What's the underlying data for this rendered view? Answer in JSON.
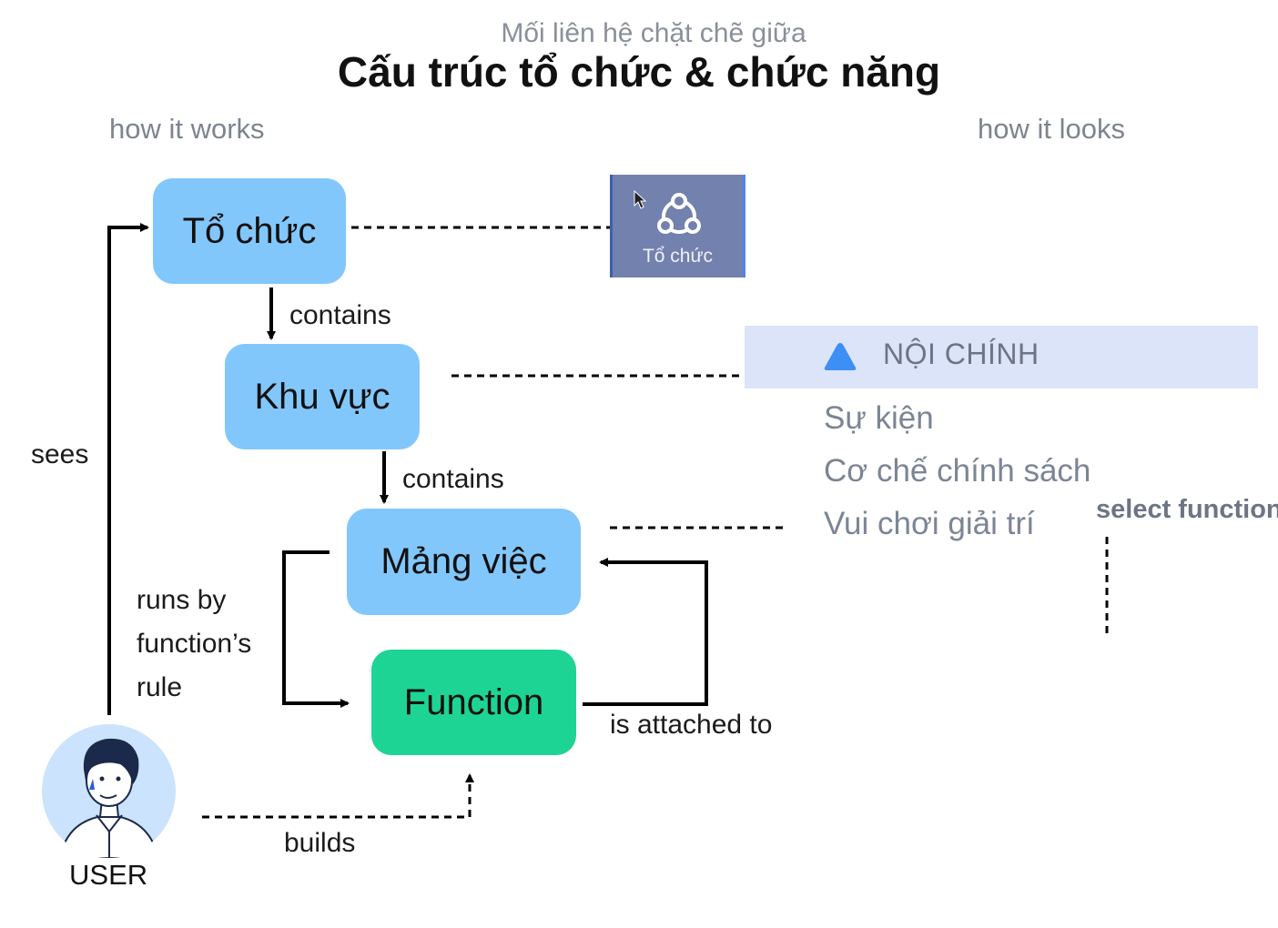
{
  "header": {
    "subtitle": "Mối liên hệ chặt chẽ giữa",
    "title": "Cấu trúc tổ chức & chức năng"
  },
  "columns": {
    "left": "how it works",
    "right": "how it looks"
  },
  "nodes": {
    "to_chuc": "Tổ chức",
    "khu_vuc": "Khu vực",
    "mang_viec": "Mảng việc",
    "function": "Function"
  },
  "relations": {
    "contains_1": "contains",
    "contains_2": "contains",
    "sees": "sees",
    "runs_by": [
      "runs by",
      "function’s",
      "rule"
    ],
    "is_attached_to": "is attached to",
    "builds": "builds",
    "select_function": "select function"
  },
  "preview": {
    "app_icon_label": "Tổ chức",
    "section_label": "NỘI CHÍNH",
    "menu_items": [
      "Sự kiện",
      "Cơ chế chính sách",
      "Vui chơi giải trí"
    ]
  },
  "user": {
    "label": "USER"
  },
  "colors": {
    "node_blue": "#82c7fb",
    "node_green": "#1ed494",
    "band": "#dce4fa",
    "accent_triangle": "#3d8ef5"
  }
}
